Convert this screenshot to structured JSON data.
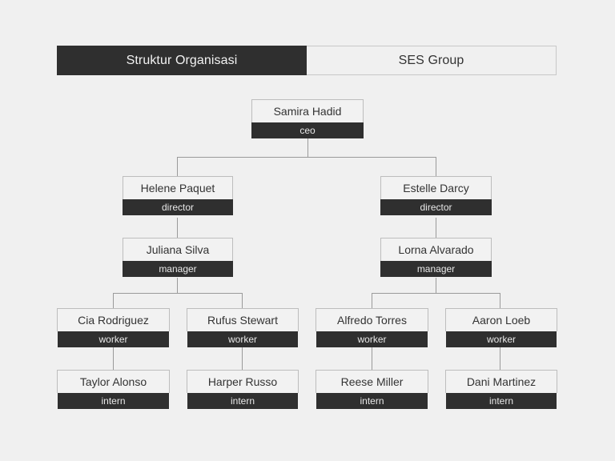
{
  "header": {
    "left_tab": "Struktur Organisasi",
    "right_tab": "SES Group"
  },
  "colors": {
    "background": "#f0f0f0",
    "dark": "#2f2f2f",
    "name_box": "#f2f2f2",
    "border": "#bdbdbd",
    "connector": "#9a9a9a",
    "name_text": "#333333",
    "role_text": "#e9e9e9"
  },
  "chart_data": {
    "type": "diagram",
    "title": "Struktur Organisasi",
    "subtitle": "SES Group",
    "levels": [
      "ceo",
      "director",
      "manager",
      "worker",
      "intern"
    ],
    "nodes": [
      {
        "id": "n0",
        "name": "Samira Hadid",
        "role": "ceo",
        "level": 0,
        "parent": null
      },
      {
        "id": "n1",
        "name": "Helene Paquet",
        "role": "director",
        "level": 1,
        "parent": "n0"
      },
      {
        "id": "n2",
        "name": "Estelle Darcy",
        "role": "director",
        "level": 1,
        "parent": "n0"
      },
      {
        "id": "n3",
        "name": "Juliana Silva",
        "role": "manager",
        "level": 2,
        "parent": "n1"
      },
      {
        "id": "n4",
        "name": "Lorna Alvarado",
        "role": "manager",
        "level": 2,
        "parent": "n2"
      },
      {
        "id": "n5",
        "name": "Cia Rodriguez",
        "role": "worker",
        "level": 3,
        "parent": "n3"
      },
      {
        "id": "n6",
        "name": "Rufus Stewart",
        "role": "worker",
        "level": 3,
        "parent": "n3"
      },
      {
        "id": "n7",
        "name": "Alfredo Torres",
        "role": "worker",
        "level": 3,
        "parent": "n4"
      },
      {
        "id": "n8",
        "name": "Aaron Loeb",
        "role": "worker",
        "level": 3,
        "parent": "n4"
      },
      {
        "id": "n9",
        "name": "Taylor Alonso",
        "role": "intern",
        "level": 4,
        "parent": "n5"
      },
      {
        "id": "n10",
        "name": "Harper Russo",
        "role": "intern",
        "level": 4,
        "parent": "n6"
      },
      {
        "id": "n11",
        "name": "Reese Miller",
        "role": "intern",
        "level": 4,
        "parent": "n7"
      },
      {
        "id": "n12",
        "name": "Dani Martinez",
        "role": "intern",
        "level": 4,
        "parent": "n8"
      }
    ]
  }
}
